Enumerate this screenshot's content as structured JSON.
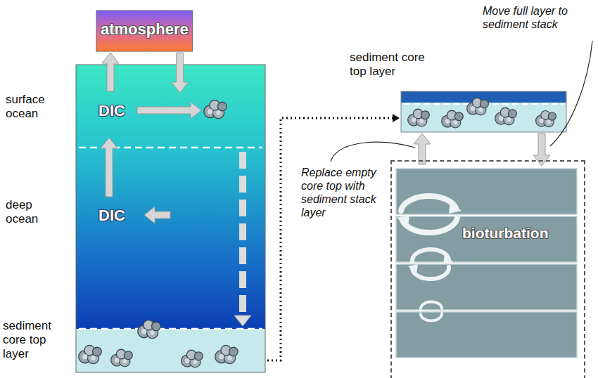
{
  "diagram": {
    "nodes": [
      {
        "text": [
          "atmosphere"
        ]
      },
      {
        "text": [
          "surface ocean",
          "DIC"
        ]
      },
      {
        "text": [
          "deep ocean",
          "DIC"
        ]
      },
      {
        "text": [
          "sediment core top layer"
        ]
      },
      {
        "text": [
          "sediment core top layer"
        ]
      },
      {
        "text": [
          "bioturbation"
        ]
      }
    ],
    "edges": [
      {
        "from": 1,
        "to": 0,
        "arrow": "to"
      },
      {
        "from": 0,
        "to": 1,
        "arrow": "to"
      },
      {
        "from": 2,
        "to": 1,
        "arrow": "to"
      },
      {
        "from": 1,
        "to": 3,
        "arrow": "to"
      },
      {
        "from": 3,
        "to": 4,
        "arrow": "to"
      },
      {
        "from": 5,
        "to": 4,
        "arrow": "to"
      },
      {
        "from": 4,
        "to": 5,
        "arrow": "to"
      }
    ],
    "labels": [
      "Move full layer to sediment stack",
      "Replace empty core top with sediment stack layer"
    ]
  }
}
